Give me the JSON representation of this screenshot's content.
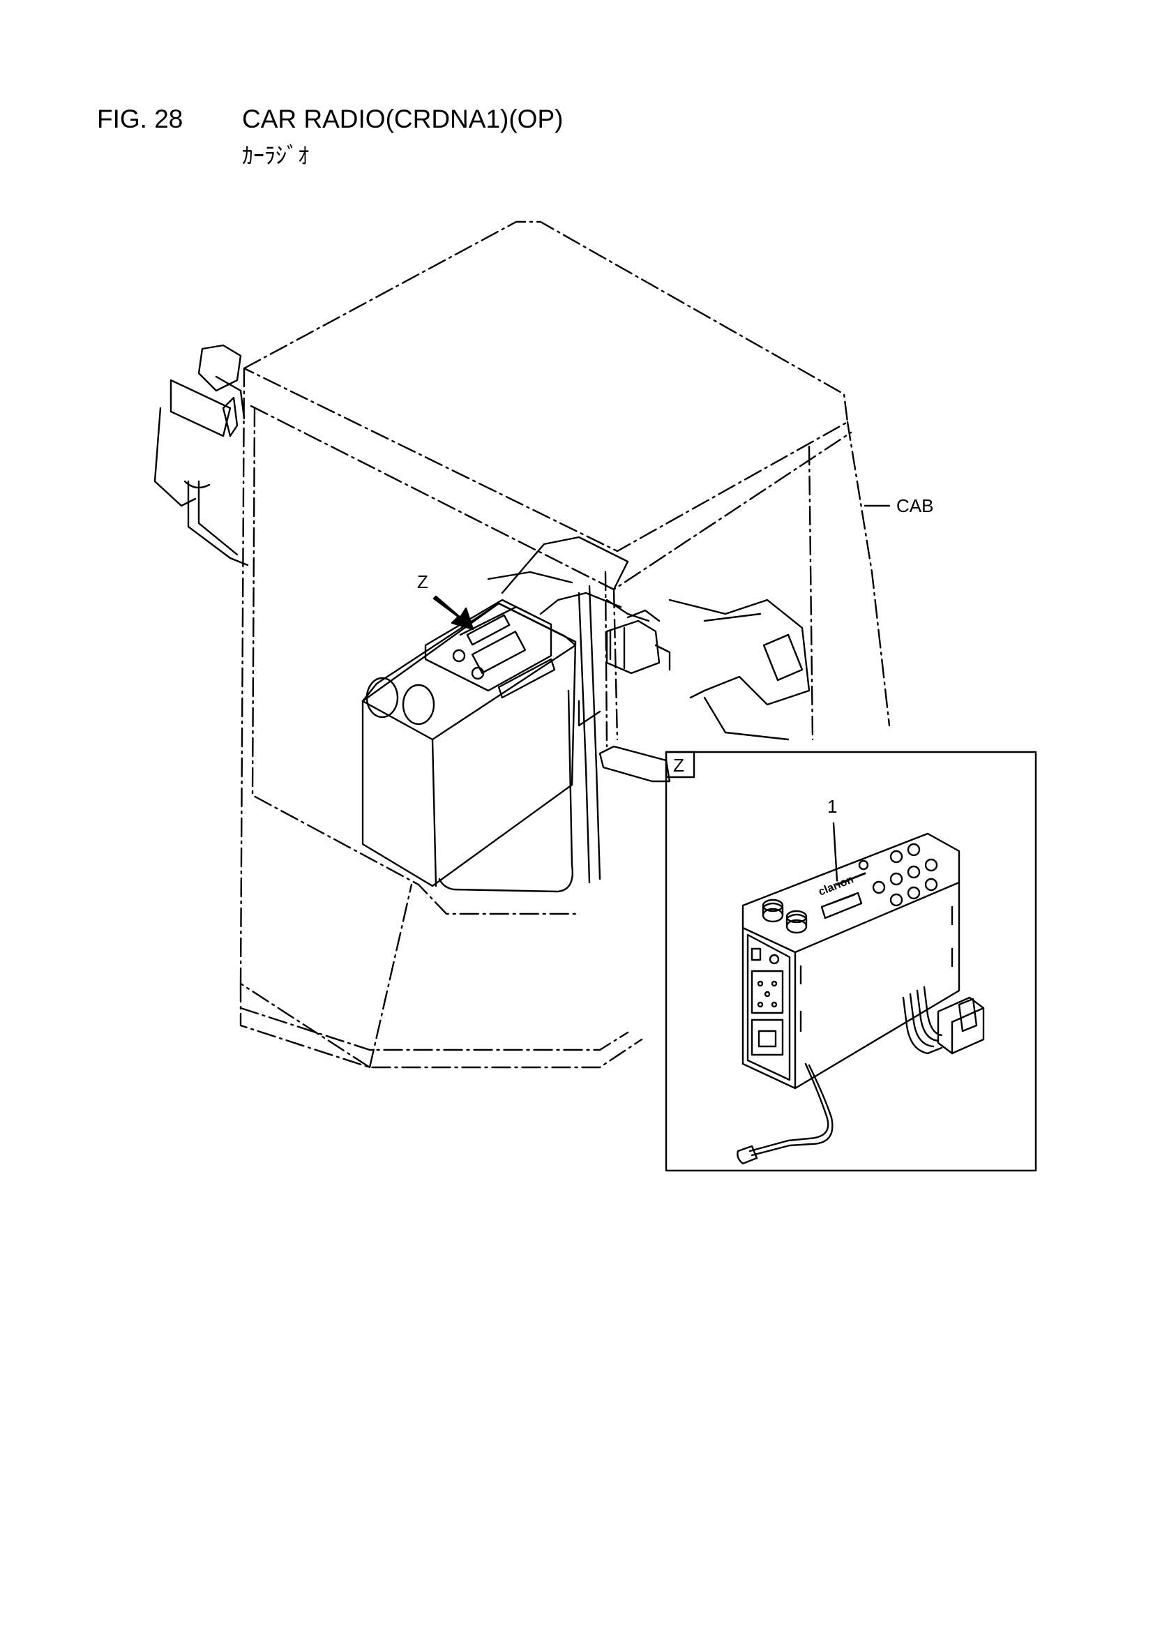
{
  "figure": {
    "number": "FIG. 28",
    "title": "CAR RADIO(CRDNA1)(OP)",
    "subtitle": "ｶｰﾗｼﾞｵ"
  },
  "callouts": {
    "cab_label": "CAB",
    "view_marker": "Z",
    "detail_view_label": "Z",
    "part_number": "1"
  },
  "radio_brand_marking": "clarion"
}
